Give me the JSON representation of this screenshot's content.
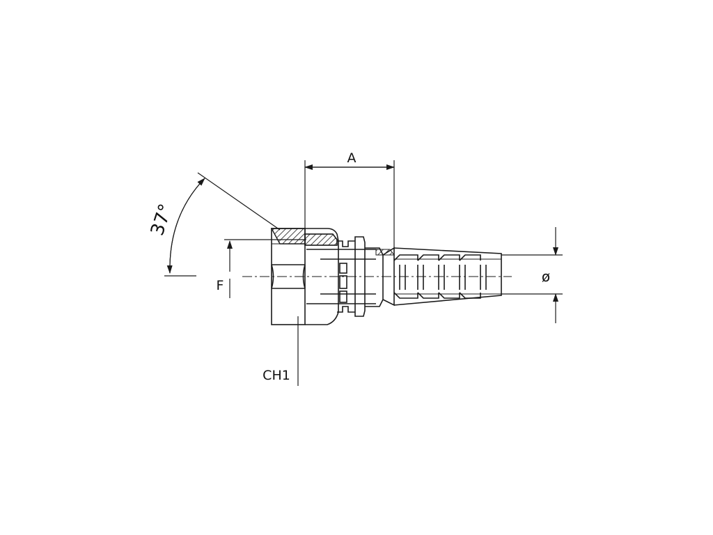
{
  "labels": {
    "dimension_a": "A",
    "angle": "37°",
    "dimension_f": "F",
    "wrench_size": "CH1",
    "diameter": "ø"
  },
  "colors": {
    "line": "#1a1a1a",
    "hatch": "#1a1a1a",
    "background": "#ffffff"
  }
}
